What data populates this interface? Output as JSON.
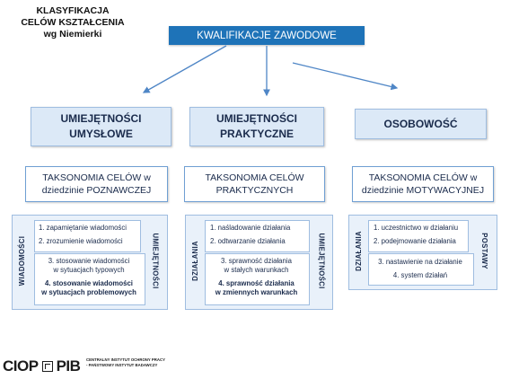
{
  "corner_title": "KLASYFIKACJA\nCELÓW KSZTAŁCENIA\nwg Niemierki",
  "top_title": "KWALIFIKACJE ZAWODOWE",
  "columns": [
    {
      "head": "UMIEJĘTNOŚCI\nUMYSŁOWE",
      "tax": "TAKSONOMIA CELÓW w\ndziedzinie POZNAWCZEJ",
      "left_label": "WIADOMOŚCI",
      "right_label": "UMIEJĘTNOŚCI",
      "upper_items": [
        "1. zapamiętanie wiadomości",
        "2. zrozumienie wiadomości"
      ],
      "lower_items": [
        "3. stosowanie wiadomości\nw sytuacjach typowych",
        "4. stosowanie wiadomości\nw sytuacjach problemowych"
      ]
    },
    {
      "head": "UMIEJĘTNOŚCI\nPRAKTYCZNE",
      "tax": "TAKSONOMIA CELÓW\nPRAKTYCZNYCH",
      "left_label": "DZIAŁANIA",
      "right_label": "UMIEJĘTNOŚCI",
      "upper_items": [
        "1. naśladowanie działania",
        "2. odtwarzanie działania"
      ],
      "lower_items": [
        "3. sprawność działania\nw stałych warunkach",
        "4. sprawność działania\nw zmiennych warunkach"
      ]
    },
    {
      "head": "OSOBOWOŚĆ",
      "tax": "TAKSONOMIA CELÓW w\ndziedzinie MOTYWACYJNEJ",
      "left_label": "DZIAŁANIA",
      "right_label": "POSTAWY",
      "upper_items": [
        "1. uczestnictwo w działaniu",
        "2. podejmowanie działania"
      ],
      "lower_items": [
        "3. nastawienie na działanie",
        "4. system działań"
      ]
    }
  ],
  "logo": {
    "left": "CIOP",
    "right": "PIB",
    "sub": "CENTRALNY INSTYTUT OCHRONY PRACY\n- PAŃSTWOWY INSTYTUT BADAWCZY"
  },
  "colors": {
    "top_box": "#1e73b8",
    "head_fill": "#dce9f7",
    "border": "#9fbde0",
    "arrow": "#4f86c6"
  }
}
